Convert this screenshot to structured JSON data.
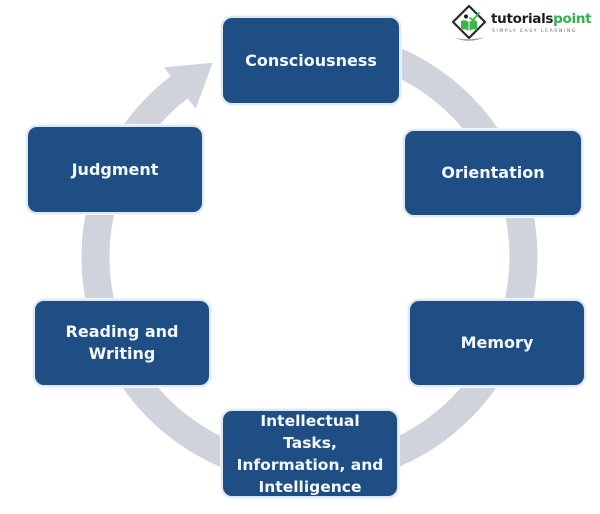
{
  "diagram": {
    "type": "cycle",
    "direction": "clockwise",
    "colors": {
      "node_fill": "#1f4e85",
      "node_border": "#dfe7f1",
      "node_text": "#f4f8fc",
      "ring": "#d0d3dc",
      "background": "#ffffff"
    },
    "nodes": [
      {
        "id": "consciousness",
        "label": "Consciousness"
      },
      {
        "id": "orientation",
        "label": "Orientation"
      },
      {
        "id": "memory",
        "label": "Memory"
      },
      {
        "id": "intellectual",
        "label": "Intellectual Tasks,\nInformation, and\nIntelligence"
      },
      {
        "id": "reading",
        "label": "Reading and\nWriting"
      },
      {
        "id": "judgment",
        "label": "Judgment"
      }
    ],
    "arrow": {
      "from": "Judgment",
      "to": "Consciousness",
      "icon": "curved-arrow-icon"
    }
  },
  "logo": {
    "brand_part1": "tutorials",
    "brand_part2": "point",
    "tagline": "SIMPLY EASY LEARNING",
    "colors": {
      "brand_dark": "#1d1d1d",
      "brand_green": "#2fb34a",
      "tagline": "#6b6b6b"
    }
  }
}
